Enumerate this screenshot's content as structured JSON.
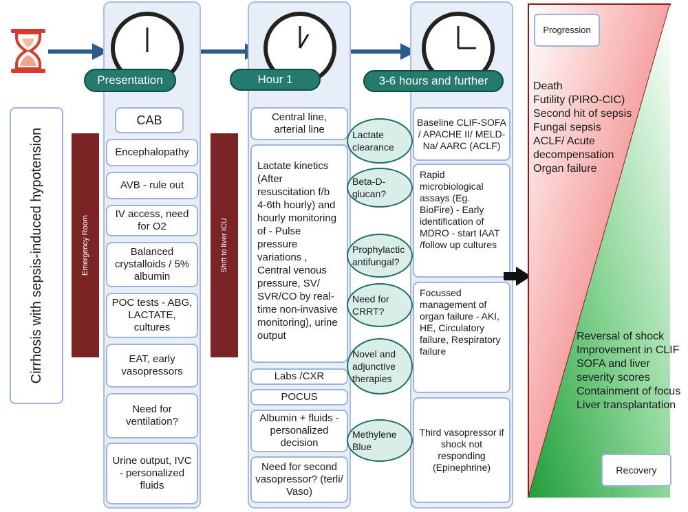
{
  "side_label": "Cirrhosis with sepsis-induced hypotension",
  "phases": {
    "presentation": "Presentation",
    "hour1": "Hour 1",
    "later": "3-6 hours and further"
  },
  "bands": {
    "er": "Emergency Room",
    "icu": "Shift to liver ICU"
  },
  "presentation_items": [
    "CAB",
    "Encephalopathy",
    "AVB - rule out",
    "IV access, need for O2",
    "Balanced crystalloids / 5% albumin",
    "POC tests - ABG, LACTATE, cultures",
    "EAT, early vasopressors",
    "Need for ventilation?",
    "Urine output, IVC - personalized fluids"
  ],
  "hour1_items": [
    "Central line, arterial line",
    "Lactate kinetics (After resuscitation f/b 4-6th hourly) and hourly monitoring of - Pulse pressure variations , Central venous pressure, SV/ SVR/CO by real-time non-invasive monitoring), urine output",
    "Labs /CXR",
    "POCUS",
    "Albumin + fluids -personalized decision",
    "Need for second vasopressor? (terli/ Vaso)"
  ],
  "ovals": [
    "Lactate clearance",
    "Beta-D-glucan?",
    "Prophylactic antifungal?",
    "Need for CRRT?",
    "Novel and adjunctive therapies",
    "Methylene Blue"
  ],
  "later_items": [
    "Baseline CLIF-SOFA / APACHE II/ MELD-Na/ AARC (ACLF)",
    "Rapid microbiological assays (Eg. BioFire) - Early identification of MDRO - start IAAT /follow up cultures",
    "Focussed management of organ failure - AKI, HE, Circulatory failure, Respiratory failure",
    "Third vasopressor if shock not responding (Epinephrine)"
  ],
  "outcomes": {
    "progression_label": "Progression",
    "progression_items": [
      "Death",
      "Futility (PIRO-CIC)",
      "Second hit of sepsis",
      "Fungal sepsis",
      "ACLF/ Acute decompensation",
      "Organ failure"
    ],
    "recovery_label": "Recovery",
    "recovery_items": [
      "Reversal of shock",
      "Improvement in CLIF SOFA and liver severity scores",
      "Containment of focus",
      "Liver transplantation"
    ]
  },
  "colors": {
    "progression_red": "#e8232a",
    "recovery_green": "#1f9e3a",
    "phase_pill": "#257a6e",
    "band": "#7a2426",
    "arrow": "#2d5a8c",
    "hourglass": "#d93a2b"
  }
}
